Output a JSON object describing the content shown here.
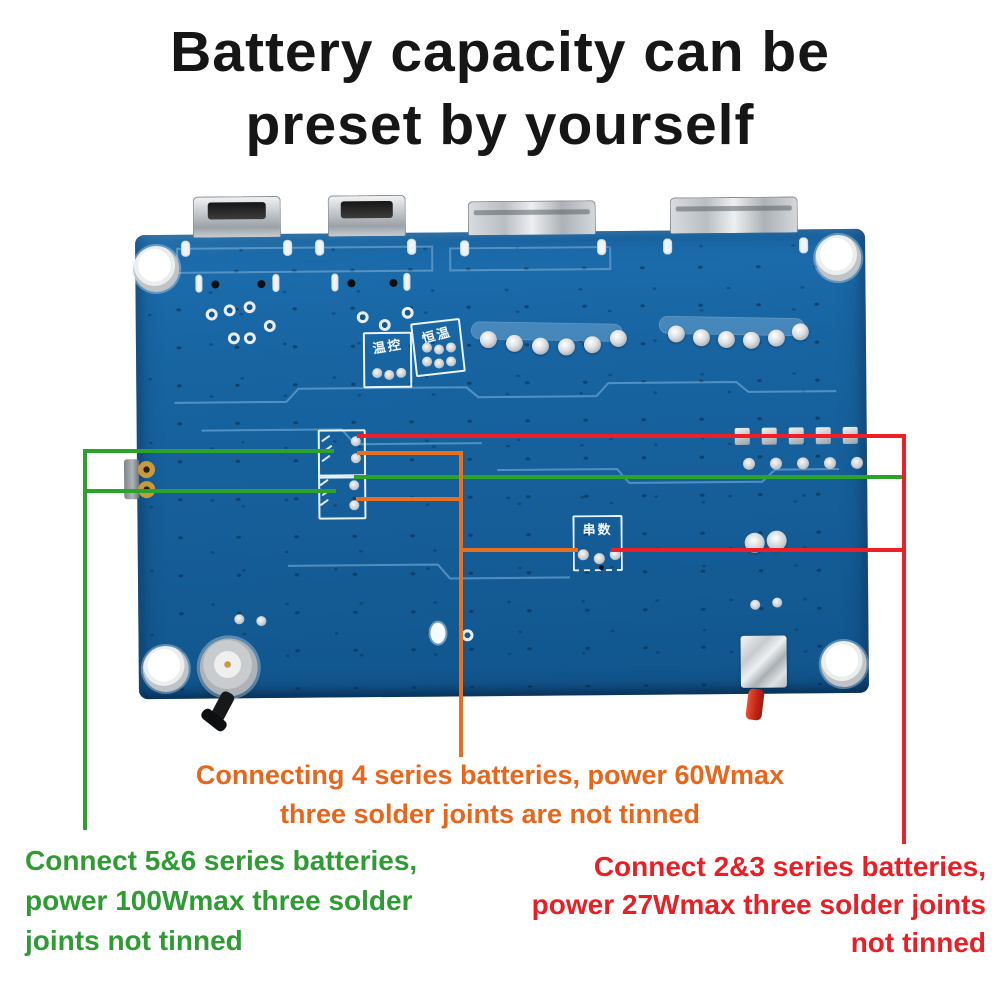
{
  "title": {
    "line1": "Battery capacity can be",
    "line2": "preset by yourself"
  },
  "board": {
    "silk_labels": [
      {
        "name": "temp-control",
        "text": "温控"
      },
      {
        "name": "constant-temp",
        "text": "恒温"
      },
      {
        "name": "series-count",
        "text": "串数"
      }
    ]
  },
  "annotations": {
    "orange": {
      "color": "#e8661c",
      "line_color": "#e77020",
      "lines": [
        "Connecting 4 series batteries, power 60Wmax",
        "three solder joints are not tinned"
      ]
    },
    "green": {
      "color": "#2f9c33",
      "line_color": "#2ba32b",
      "lines": [
        "Connect 5&6 series batteries,",
        "power 100Wmax three solder",
        "joints not tinned"
      ]
    },
    "red": {
      "color": "#ea1e25",
      "line_color": "#ee1f26",
      "lines": [
        "Connect 2&3 series batteries,",
        "power 27Wmax three solder joints",
        "not tinned"
      ]
    }
  }
}
